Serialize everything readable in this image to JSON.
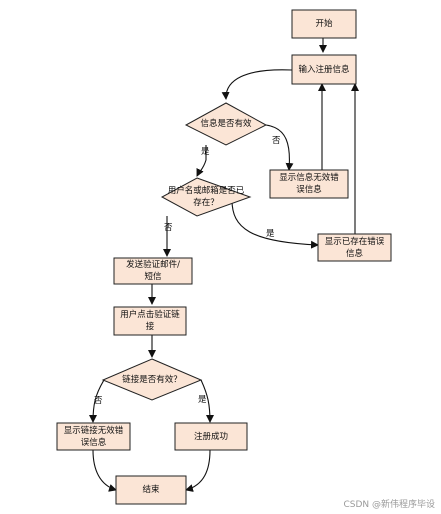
{
  "colors": {
    "node_fill": "#fbe5d6",
    "node_stroke": "#222222",
    "arrow": "#111111"
  },
  "nodes": {
    "start": "开始",
    "input_info": "输入注册信息",
    "info_valid_decision": "信息是否有效",
    "show_info_invalid_error": "显示信息无效错\n误信息",
    "user_exists_decision": "用户名或邮箱是否已\n存在？",
    "show_exists_error": "显示已存在错误\n信息",
    "send_verification": "发送验证邮件/\n短信",
    "user_click_link": "用户点击验证链\n接",
    "link_valid_decision": "链接是否有效？",
    "show_link_invalid_error": "显示链接无效错\n误信息",
    "register_success": "注册成功",
    "end": "结束"
  },
  "edge_labels": {
    "info_no": "否",
    "info_yes": "是",
    "exists_no": "否",
    "exists_yes": "是",
    "link_no": "否",
    "link_yes": "是"
  },
  "watermark": "CSDN @新伟程序毕设"
}
